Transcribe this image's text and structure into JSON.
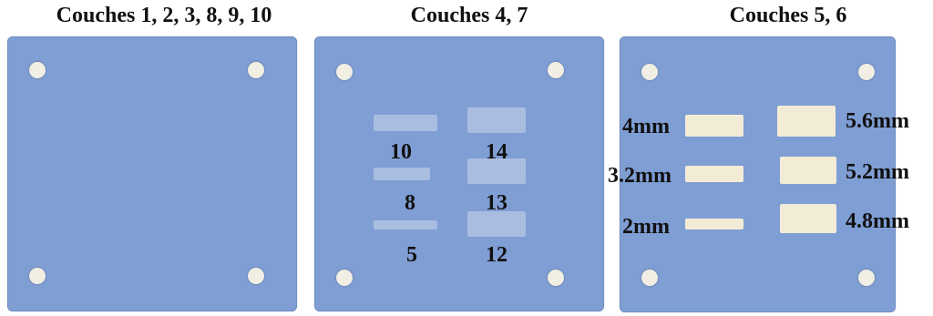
{
  "panels": {
    "p1": {
      "title": "Couches 1, 2, 3, 8, 9, 10"
    },
    "p2": {
      "title": "Couches 4, 7",
      "labels": {
        "l10": "10",
        "l8": "8",
        "l5": "5",
        "l14": "14",
        "l13": "13",
        "l12": "12"
      }
    },
    "p3": {
      "title": "Couches 5, 6",
      "labels": {
        "l4mm": "4mm",
        "l32mm": "3.2mm",
        "l2mm": "2mm",
        "l56mm": "5.6mm",
        "l52mm": "5.2mm",
        "l48mm": "4.8mm"
      }
    }
  },
  "colors": {
    "sheet": "#7f9ed4",
    "hole": "#f1eee4",
    "light_strip": "#a9bde0",
    "cut_strip": "#f2ecd6"
  }
}
